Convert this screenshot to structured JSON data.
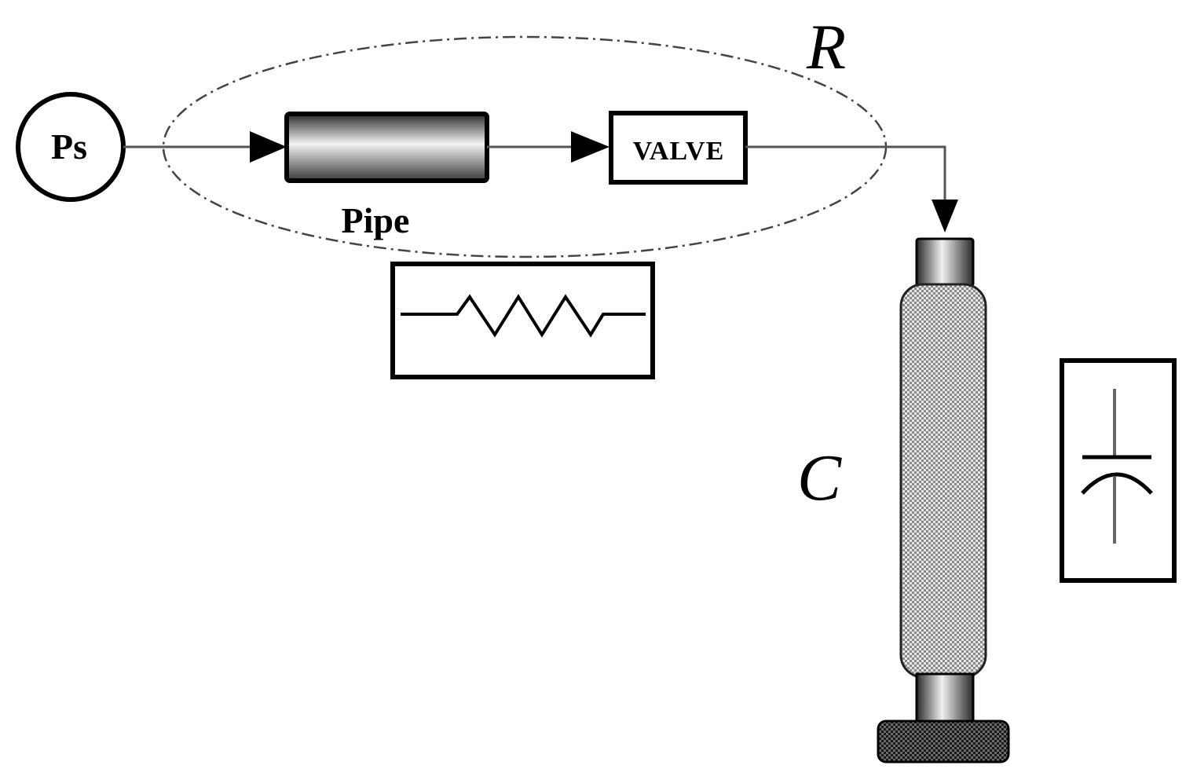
{
  "source": {
    "label": "Ps"
  },
  "pipe": {
    "label": "Pipe"
  },
  "valve": {
    "label": "VALVE"
  },
  "resistance": {
    "label": "R",
    "symbol": "resistor-icon"
  },
  "capacitance": {
    "label": "C",
    "symbol": "capacitor-icon"
  },
  "colors": {
    "stroke": "#000000",
    "line": "#555555",
    "ellipse": "#444444",
    "background": "#ffffff"
  }
}
